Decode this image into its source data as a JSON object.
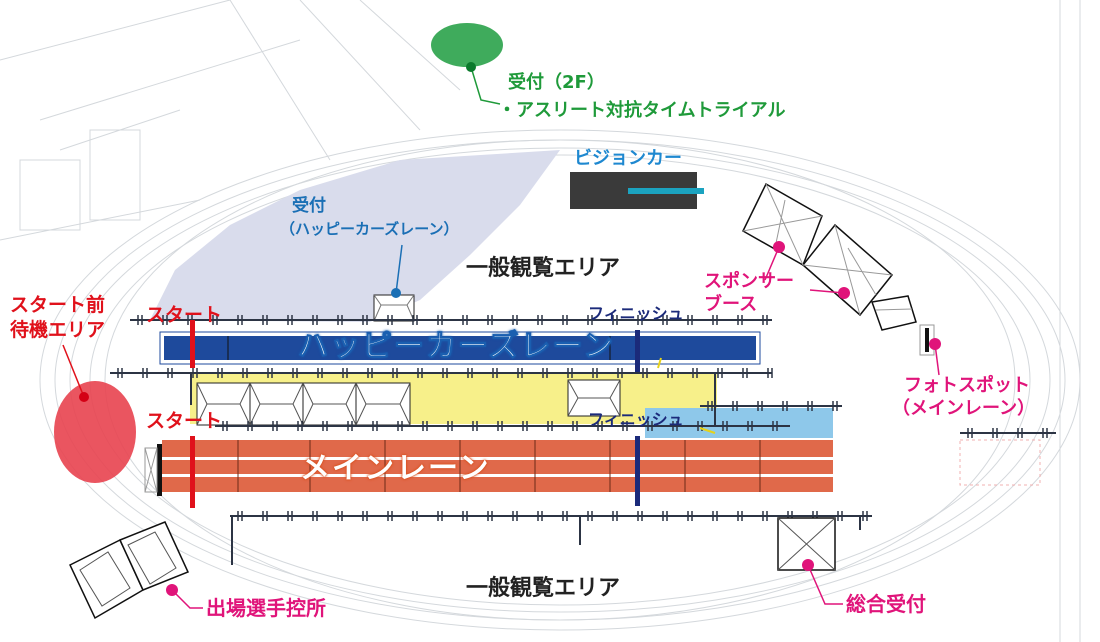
{
  "labels": {
    "reception_2f": "受付（2F）",
    "time_trial": "・アスリート対抗タイムトライアル",
    "vision_car": "ビジョンカー",
    "reception_happy_1": "受付",
    "reception_happy_2": "（ハッピーカーズレーン）",
    "viewing_area_top": "一般観覧エリア",
    "viewing_area_bottom": "一般観覧エリア",
    "sponsor_1": "スポンサー",
    "sponsor_2": "ブース",
    "photo_1": "フォトスポット",
    "photo_2": "（メインレーン）",
    "waiting_1": "スタート前",
    "waiting_2": "待機エリア",
    "start_happy": "スタート",
    "start_main": "スタート",
    "finish_happy": "フィニッシュ",
    "finish_main": "フィニッシュ",
    "happy_lane": "ハッピーカーズレーン",
    "main_lane": "メインレーン",
    "athlete_room": "出場選手控所",
    "general_reception": "総合受付"
  },
  "colors": {
    "green": "#1f9a3a",
    "pink": "#e0147a",
    "red": "#e0111b",
    "happy_lane": "#1e4a9c",
    "main_lane": "#e0694a",
    "yellow_area": "#f7f08a",
    "light_blue_area": "#8ec8ea",
    "lavender_area": "#d9dcec",
    "vision_car": "#3a3a3a"
  }
}
